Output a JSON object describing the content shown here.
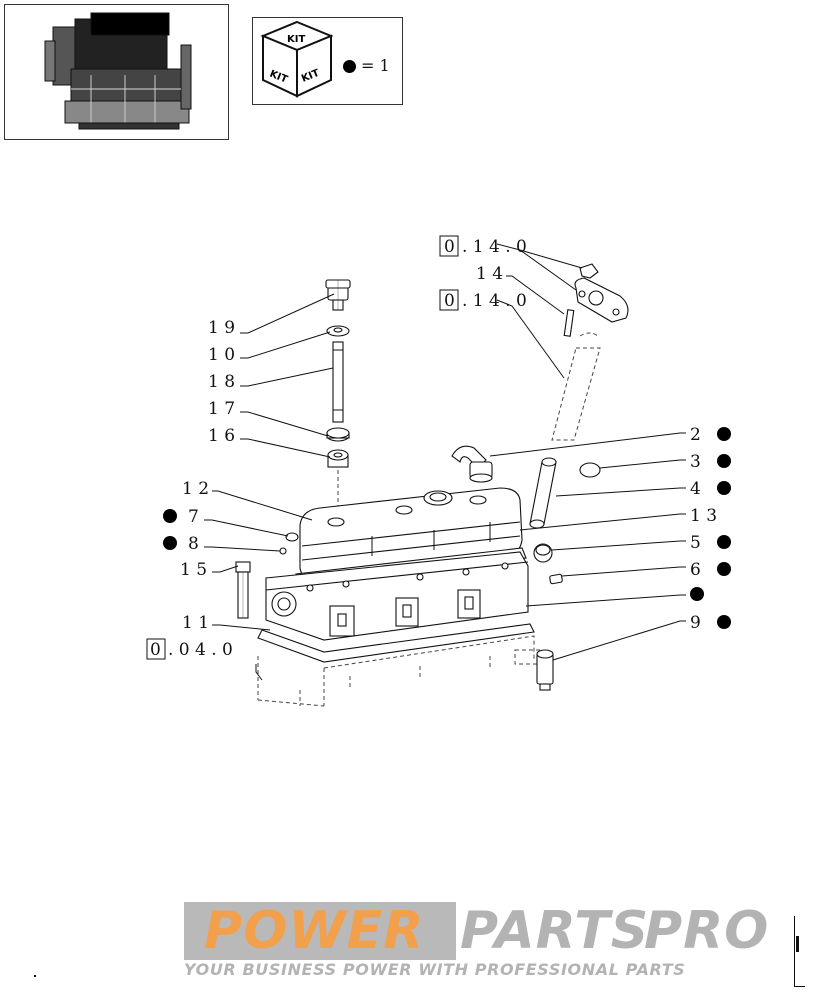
{
  "kit_legend": {
    "box_top": "KIT",
    "box_left": "KIT",
    "box_right": "KIT",
    "equals": "= 1"
  },
  "ref_boxes": [
    {
      "prefix": "0",
      "rest": ". 1 4 . 0"
    },
    {
      "prefix": "0",
      "rest": ". 1 4 . 0"
    },
    {
      "prefix": "0",
      "rest": ". 0 4 . 0"
    }
  ],
  "callouts": [
    {
      "id": "c19",
      "text": "1 9",
      "kit": false
    },
    {
      "id": "c10",
      "text": "1 0",
      "kit": false
    },
    {
      "id": "c18",
      "text": "1 8",
      "kit": false
    },
    {
      "id": "c17",
      "text": "1 7",
      "kit": false
    },
    {
      "id": "c16",
      "text": "1 6",
      "kit": false
    },
    {
      "id": "c12",
      "text": "1 2",
      "kit": false
    },
    {
      "id": "c7",
      "text": "7",
      "kit": true
    },
    {
      "id": "c8",
      "text": "8",
      "kit": true
    },
    {
      "id": "c15",
      "text": "1 5",
      "kit": false
    },
    {
      "id": "c11",
      "text": "1 1",
      "kit": false
    },
    {
      "id": "c14",
      "text": "1 4",
      "kit": false
    },
    {
      "id": "c2",
      "text": "2",
      "kit": true
    },
    {
      "id": "c3",
      "text": "3",
      "kit": true
    },
    {
      "id": "c4",
      "text": "4",
      "kit": true
    },
    {
      "id": "c13",
      "text": "1 3",
      "kit": false
    },
    {
      "id": "c5",
      "text": "5",
      "kit": true
    },
    {
      "id": "c6",
      "text": "6",
      "kit": true
    },
    {
      "id": "cblank",
      "text": "",
      "kit": true
    },
    {
      "id": "c9",
      "text": "9",
      "kit": true
    }
  ],
  "logo": {
    "power": "POWER",
    "parts": "PARTS",
    "pro": "PRO",
    "tagline": "YOUR BUSINESS POWER WITH PROFESSIONAL PARTS"
  },
  "colors": {
    "logo_orange": "#f2a04b",
    "logo_grey": "#b3b3b3",
    "ink": "#111111"
  },
  "icons": [
    "engine-thumbnail-icon",
    "kit-cube-icon",
    "kit-dot-icon"
  ]
}
